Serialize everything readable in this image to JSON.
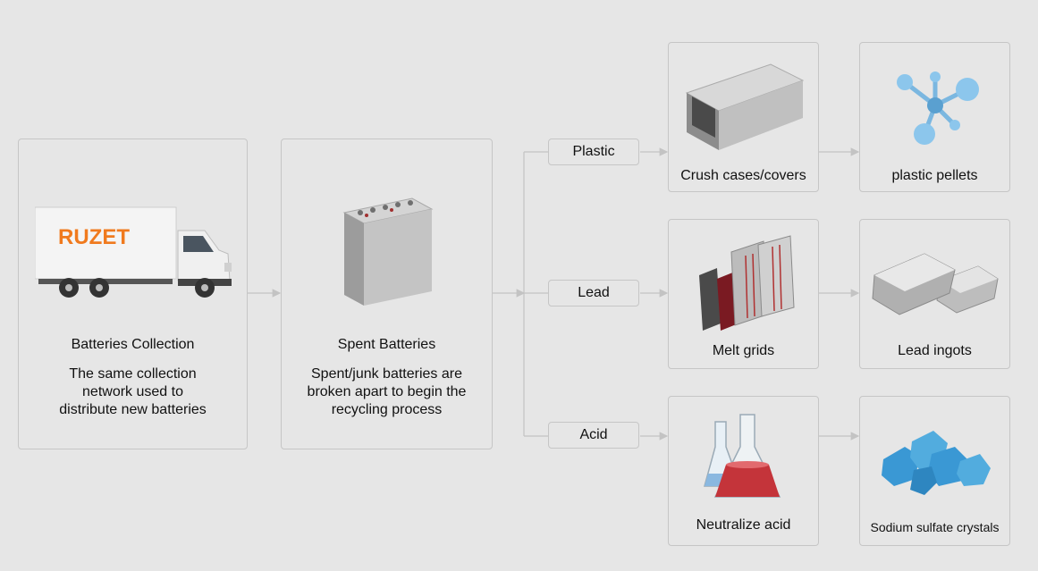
{
  "collection": {
    "truck_brand": "RUZET",
    "title": "Batteries Collection",
    "desc_lines": [
      "The same collection",
      "network used to",
      "distribute new batteries"
    ]
  },
  "spent": {
    "title": "Spent Batteries",
    "desc_lines": [
      "Spent/junk batteries are",
      "broken apart to begin the",
      "recycling process"
    ]
  },
  "branches": {
    "plastic": {
      "label": "Plastic",
      "step": "Crush cases/covers",
      "result": "plastic pellets"
    },
    "lead": {
      "label": "Lead",
      "step": "Melt grids",
      "result": "Lead ingots"
    },
    "acid": {
      "label": "Acid",
      "step": "Neutralize acid",
      "result": "Sodium sulfate crystals"
    }
  },
  "colors": {
    "background": "#e6e6e6",
    "border": "#c6c6c6",
    "brand": "#f07a1e",
    "connector": "#c3c3c3"
  }
}
